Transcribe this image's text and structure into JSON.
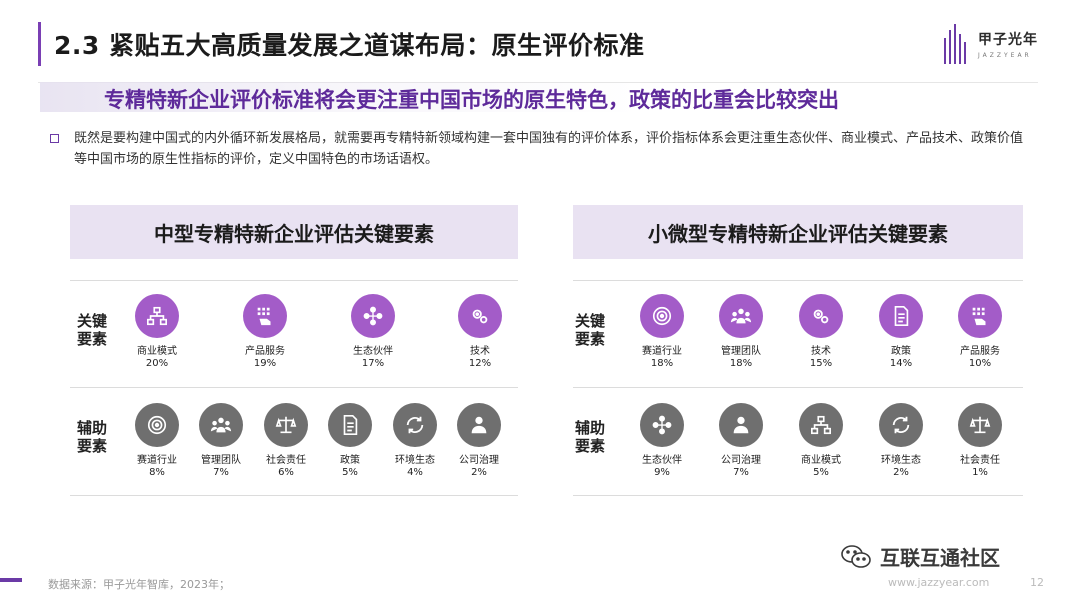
{
  "header": {
    "title": "2.3 紧贴五大高质量发展之道谋布局：原生评价标准",
    "logo_text": "甲子光年",
    "logo_sub": "JAZZYEAR"
  },
  "subtitle": "专精特新企业评价标准将会更注重中国市场的原生特色，政策的比重会比较突出",
  "paragraph": "既然是要构建中国式的内外循环新发展格局，就需要再专精特新领域构建一套中国独有的评价体系，评价指标体系会更注重生态伙伴、商业模式、产品技术、政策价值等中国市场的原生性指标的评价，定义中国特色的市场话语权。",
  "left_panel": {
    "header": "中型专精特新企业评估关键要素",
    "key_label": "关键\n要素",
    "aux_label": "辅助\n要素",
    "key_items": [
      {
        "name": "商业模式",
        "value": "20%",
        "icon": "hierarchy-icon"
      },
      {
        "name": "产品服务",
        "value": "19%",
        "icon": "grid-hand-icon"
      },
      {
        "name": "生态伙伴",
        "value": "17%",
        "icon": "network-icon"
      },
      {
        "name": "技术",
        "value": "12%",
        "icon": "gears-icon"
      }
    ],
    "aux_items": [
      {
        "name": "赛道行业",
        "value": "8%",
        "icon": "target-icon"
      },
      {
        "name": "管理团队",
        "value": "7%",
        "icon": "team-icon"
      },
      {
        "name": "社会责任",
        "value": "6%",
        "icon": "scale-icon"
      },
      {
        "name": "政策",
        "value": "5%",
        "icon": "document-icon"
      },
      {
        "name": "环境生态",
        "value": "4%",
        "icon": "cycle-icon"
      },
      {
        "name": "公司治理",
        "value": "2%",
        "icon": "person-icon"
      }
    ]
  },
  "right_panel": {
    "header": "小微型专精特新企业评估关键要素",
    "key_label": "关键\n要素",
    "aux_label": "辅助\n要素",
    "key_items": [
      {
        "name": "赛道行业",
        "value": "18%",
        "icon": "target-icon"
      },
      {
        "name": "管理团队",
        "value": "18%",
        "icon": "team-icon"
      },
      {
        "name": "技术",
        "value": "15%",
        "icon": "gears-icon"
      },
      {
        "name": "政策",
        "value": "14%",
        "icon": "document-icon"
      },
      {
        "name": "产品服务",
        "value": "10%",
        "icon": "grid-hand-icon"
      }
    ],
    "aux_items": [
      {
        "name": "生态伙伴",
        "value": "9%",
        "icon": "network-icon"
      },
      {
        "name": "公司治理",
        "value": "7%",
        "icon": "person-icon"
      },
      {
        "name": "商业模式",
        "value": "5%",
        "icon": "hierarchy-icon"
      },
      {
        "name": "环境生态",
        "value": "2%",
        "icon": "cycle-icon"
      },
      {
        "name": "社会责任",
        "value": "1%",
        "icon": "scale-icon"
      }
    ]
  },
  "footer": {
    "source": "数据来源：甲子光年智库，2023年；",
    "url": "www.jazzyear.com",
    "page": "12",
    "wechat": "互联互通社区"
  },
  "colors": {
    "accent": "#6b3aa6",
    "key_circle": "#a35cc8",
    "aux_circle": "#6f6f6f",
    "panel_bg": "#e9e2f2"
  }
}
